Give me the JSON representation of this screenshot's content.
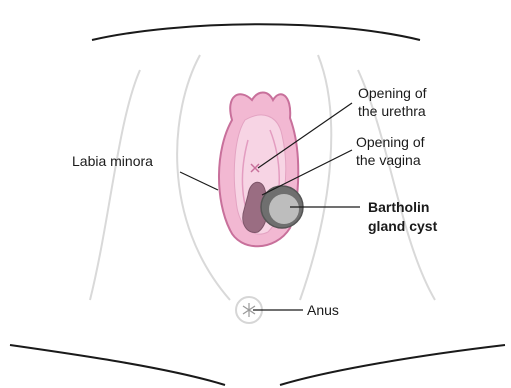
{
  "labels": {
    "urethra_line1": "Opening of",
    "urethra_line2": "the urethra",
    "vagina_line1": "Opening of",
    "vagina_line2": "the vagina",
    "labia_minora": "Labia minora",
    "cyst_line1": "Bartholin",
    "cyst_line2": "gland cyst",
    "anus": "Anus"
  },
  "colors": {
    "skin_outline": "#1a1a1a",
    "contour_lines": "#d6d6d6",
    "labia_fill": "#f2b8d2",
    "labia_outline": "#c8709b",
    "inner_fill": "#f7d4e4",
    "vagina_fill": "#9a6d82",
    "cyst_fill": "#6f6f6f",
    "cyst_highlight": "#bdbdbd",
    "leader_line": "#1a1a1a"
  }
}
